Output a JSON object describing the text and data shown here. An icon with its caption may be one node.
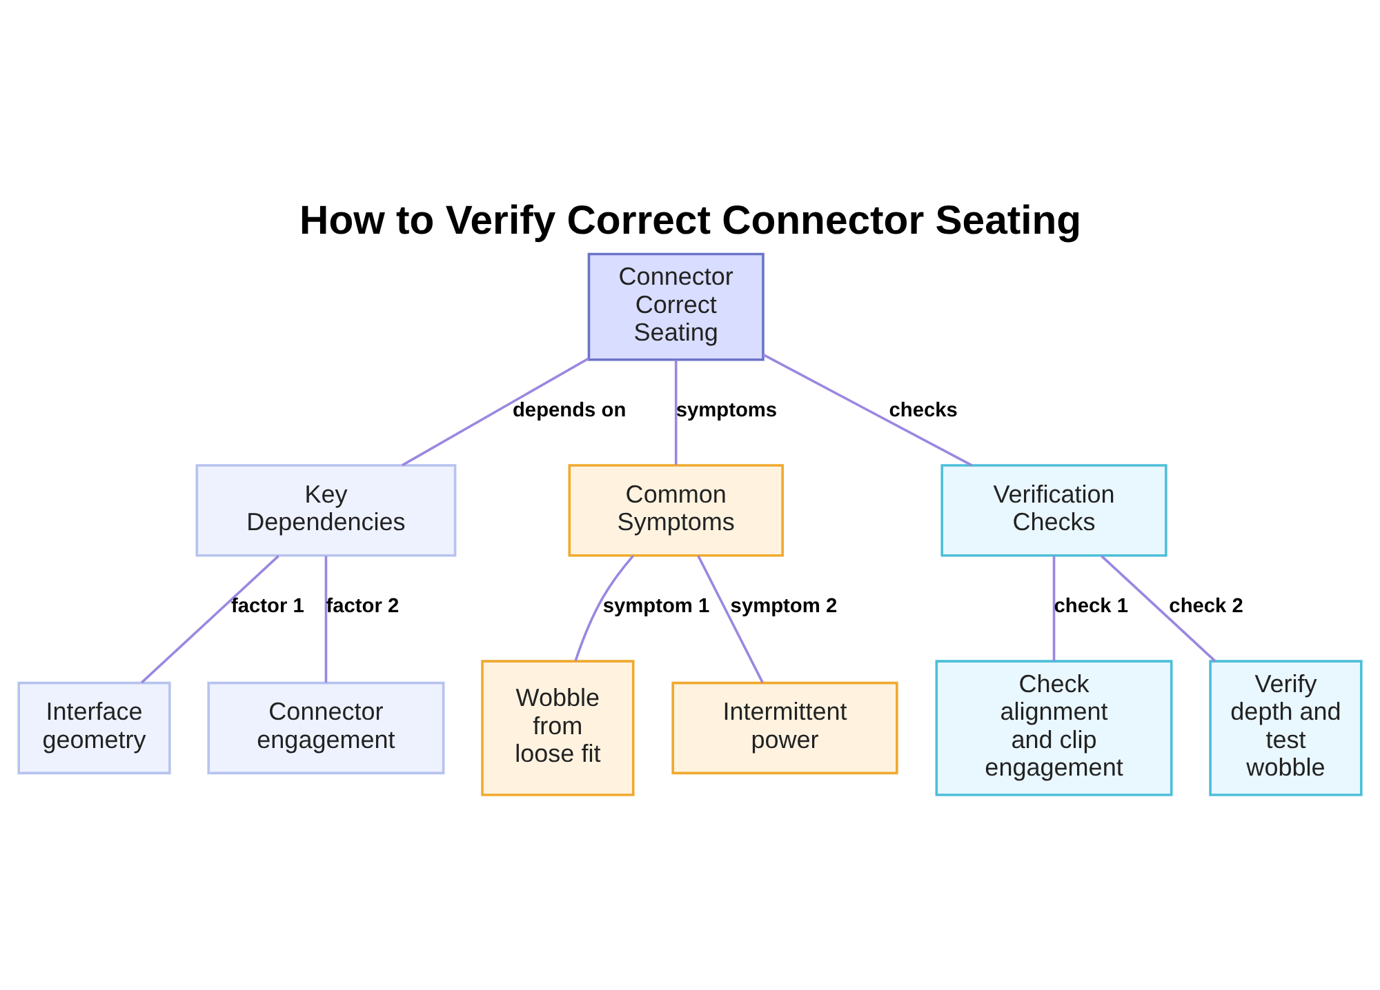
{
  "diagram": {
    "title": "How to Verify Correct Connector Seating",
    "nodes": [
      {
        "text": [
          "Connector Correct Seating"
        ]
      },
      {
        "text": [
          "Key Dependencies"
        ]
      },
      {
        "text": [
          "Common Symptoms"
        ]
      },
      {
        "text": [
          "Verification Checks"
        ]
      },
      {
        "text": [
          "Interface geometry"
        ]
      },
      {
        "text": [
          "Connector engagement"
        ]
      },
      {
        "text": [
          "Wobble from loose fit"
        ]
      },
      {
        "text": [
          "Intermittent power"
        ]
      },
      {
        "text": [
          "Check alignment and clip engagement"
        ]
      },
      {
        "text": [
          "Verify depth and test wobble"
        ]
      }
    ],
    "edges": [
      {
        "from": 0,
        "to": 1,
        "arrow": "none",
        "label": "depends on"
      },
      {
        "from": 0,
        "to": 2,
        "arrow": "none",
        "label": "symptoms"
      },
      {
        "from": 0,
        "to": 3,
        "arrow": "none",
        "label": "checks"
      },
      {
        "from": 1,
        "to": 4,
        "arrow": "none",
        "label": "factor 1"
      },
      {
        "from": 1,
        "to": 5,
        "arrow": "none",
        "label": "factor 2"
      },
      {
        "from": 2,
        "to": 6,
        "arrow": "none",
        "label": "symptom 1"
      },
      {
        "from": 2,
        "to": 7,
        "arrow": "none",
        "label": "symptom 2"
      },
      {
        "from": 3,
        "to": 8,
        "arrow": "none",
        "label": "check 1"
      },
      {
        "from": 3,
        "to": 9,
        "arrow": "none",
        "label": "check 2"
      }
    ]
  }
}
